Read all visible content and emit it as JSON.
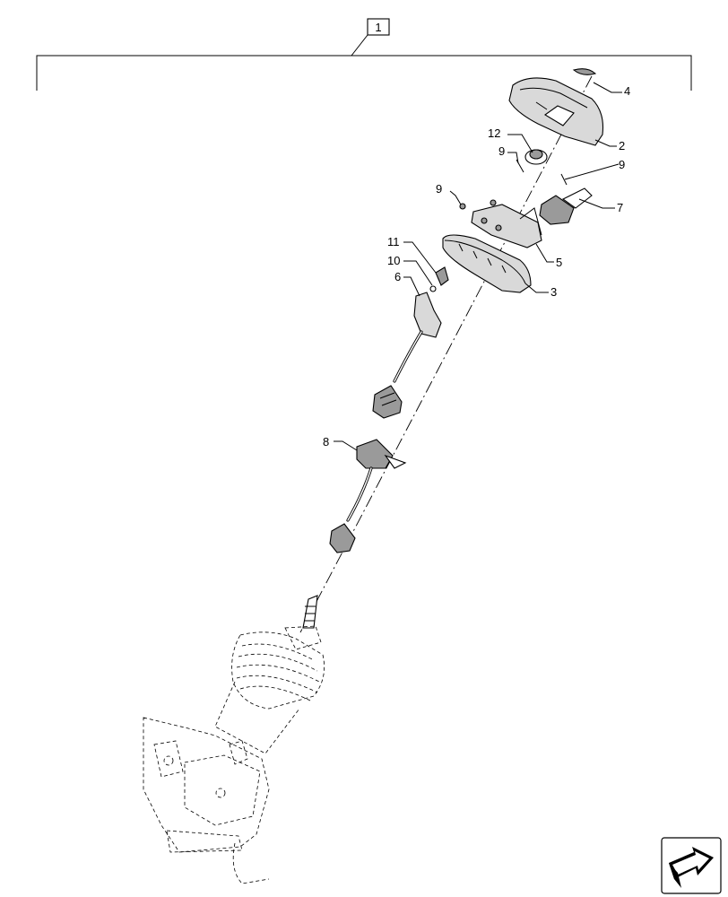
{
  "assembly": {
    "label": "1"
  },
  "callouts": [
    {
      "id": "c2",
      "label": "2"
    },
    {
      "id": "c3",
      "label": "3"
    },
    {
      "id": "c4",
      "label": "4"
    },
    {
      "id": "c5",
      "label": "5"
    },
    {
      "id": "c6",
      "label": "6"
    },
    {
      "id": "c7",
      "label": "7"
    },
    {
      "id": "c8",
      "label": "8"
    },
    {
      "id": "c9a",
      "label": "9"
    },
    {
      "id": "c9b",
      "label": "9"
    },
    {
      "id": "c9c",
      "label": "9"
    },
    {
      "id": "c10",
      "label": "10"
    },
    {
      "id": "c11",
      "label": "11"
    },
    {
      "id": "c12",
      "label": "12"
    }
  ],
  "nav": {
    "icon": "next-page-arrow-icon"
  }
}
